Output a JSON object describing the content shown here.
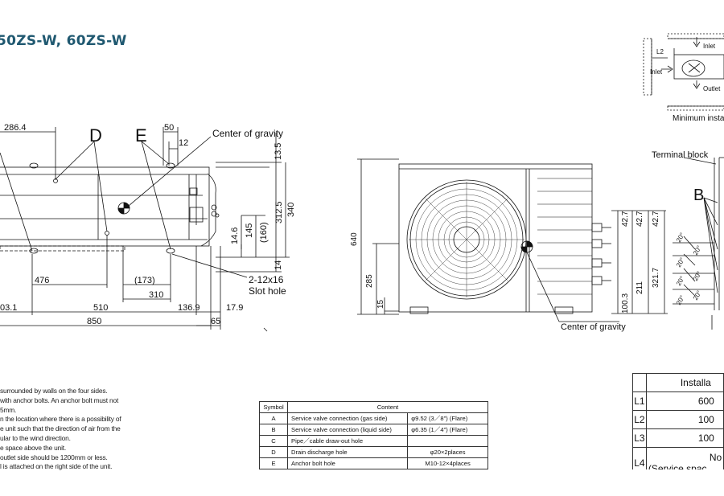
{
  "title": "50ZS-W, 60ZS-W",
  "callouts": {
    "D": "D",
    "E": "E",
    "B": "B",
    "center_of_gravity": "Center of gravity",
    "center_of_gravity_front": "Center of gravity",
    "slot_hole_size": "2-12x16",
    "slot_hole": "Slot hole",
    "terminal_block": "Terminal block",
    "inlet": "Inlet",
    "inlet_left": "Inlet",
    "outlet": "Outlet",
    "l2": "L2",
    "minimum_install": "Minimum installa"
  },
  "dims_top_view": {
    "d286": "286.4",
    "d50": "50",
    "d12": "12",
    "d13_5": "13.5",
    "d312_5": "312.5",
    "d340": "340",
    "d145": "145",
    "d160": "(160)",
    "d14_6": "14.6",
    "d14": "14",
    "d476": "476",
    "d173": "(173)",
    "d310": "310",
    "d103": "03.1",
    "d510": "510",
    "d136": "136.9",
    "d17": "17.9",
    "d850": "850",
    "d65": "65"
  },
  "dims_front_view": {
    "d640": "640",
    "d285": "285",
    "d15": "15",
    "d42a": "42.7",
    "d42b": "42.7",
    "d42c": "42.7",
    "d321": "321.7",
    "d211": "211",
    "d100": "100.3"
  },
  "angle_labels": [
    "20°",
    "20°",
    "20°",
    "20°",
    "20°",
    "20°",
    "20°"
  ],
  "notes": [
    "surrounded by walls on the four sides.",
    "with anchor bolts. An anchor bolt must not",
    "5mm.",
    "n the location where there is a possibility of",
    "e unit such that the direction of air from the",
    "ular to the wind direction.",
    "e space above the unit.",
    "outlet side should be 1200mm or less.",
    "l is attached on the right side of the unit."
  ],
  "symbol_table": {
    "headers": [
      "Symbol",
      "Content",
      ""
    ],
    "rows": [
      {
        "symbol": "A",
        "content": "Service valve connection (gas side)",
        "spec": "φ9.52 (3／8\") (Flare)"
      },
      {
        "symbol": "B",
        "content": "Service valve connection (liquid side)",
        "spec": "φ6.35 (1／4\") (Flare)"
      },
      {
        "symbol": "C",
        "content": "Pipe／cable draw-out hole",
        "spec": ""
      },
      {
        "symbol": "D",
        "content": "Drain discharge hole",
        "spec": "φ20×2places"
      },
      {
        "symbol": "E",
        "content": "Anchor bolt hole",
        "spec": "M10-12×4places"
      }
    ]
  },
  "install_table": {
    "header": "Installa",
    "rows": [
      {
        "key": "L1",
        "value": "600"
      },
      {
        "key": "L2",
        "value": "100"
      },
      {
        "key": "L3",
        "value": "100"
      },
      {
        "key": "L4",
        "value": "No",
        "value2": "(Service spac"
      }
    ]
  }
}
